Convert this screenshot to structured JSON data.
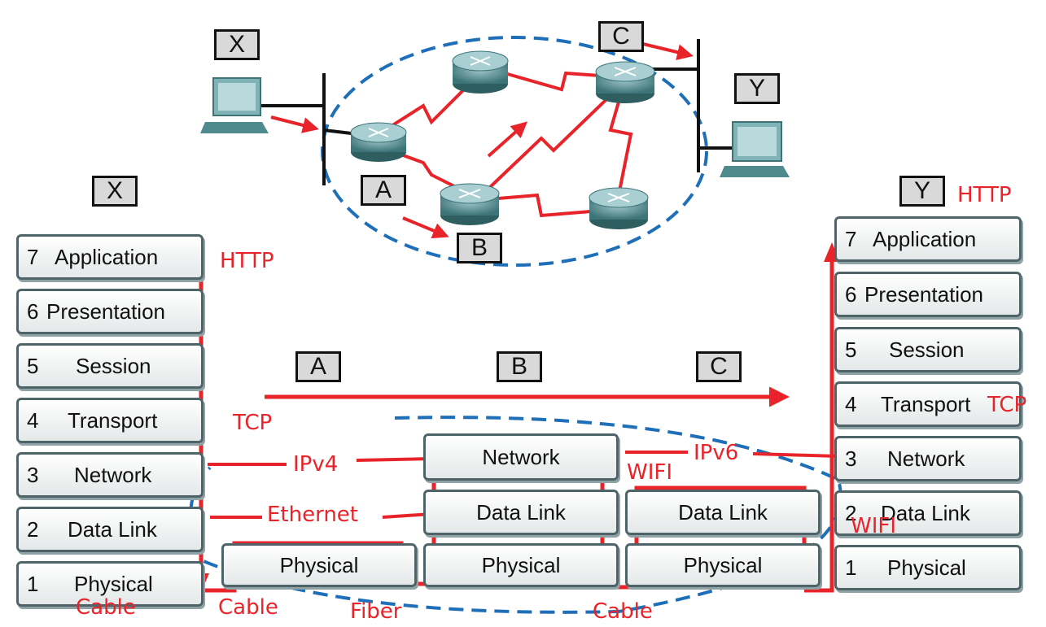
{
  "labels": {
    "top_x": "X",
    "top_y": "Y",
    "top_a": "A",
    "top_b": "B",
    "top_c": "C",
    "stack_x": "X",
    "stack_y": "Y",
    "mid_a": "A",
    "mid_b": "B",
    "mid_c": "C"
  },
  "left_stack": [
    {
      "num": "7",
      "name": "Application"
    },
    {
      "num": "6",
      "name": "Presentation"
    },
    {
      "num": "5",
      "name": "Session"
    },
    {
      "num": "4",
      "name": "Transport"
    },
    {
      "num": "3",
      "name": "Network"
    },
    {
      "num": "2",
      "name": "Data Link"
    },
    {
      "num": "1",
      "name": "Physical"
    }
  ],
  "right_stack": [
    {
      "num": "7",
      "name": "Application"
    },
    {
      "num": "6",
      "name": "Presentation"
    },
    {
      "num": "5",
      "name": "Session"
    },
    {
      "num": "4",
      "name": "Transport"
    },
    {
      "num": "3",
      "name": "Network"
    },
    {
      "num": "2",
      "name": "Data Link"
    },
    {
      "num": "1",
      "name": "Physical"
    }
  ],
  "router_a": {
    "physical": "Physical"
  },
  "router_b": {
    "network": "Network",
    "datalink": "Data Link",
    "physical": "Physical"
  },
  "router_c": {
    "datalink": "Data Link",
    "physical": "Physical"
  },
  "annotations": {
    "http_left": "HTTP",
    "http_right": "HTTP",
    "tcp_left": "TCP",
    "tcp_right": "TCP",
    "ipv4": "IPv4",
    "ipv6": "IPv6",
    "ethernet": "Ethernet",
    "wifi_top": "WIFI",
    "wifi_right": "WIFI",
    "cable_1": "Cable",
    "cable_2": "Cable",
    "fiber": "Fiber",
    "cable_3": "Cable"
  },
  "colors": {
    "accent_red": "#e8242a",
    "dashed_blue": "#1f6fb8",
    "router_teal": "#4f8a8e"
  }
}
